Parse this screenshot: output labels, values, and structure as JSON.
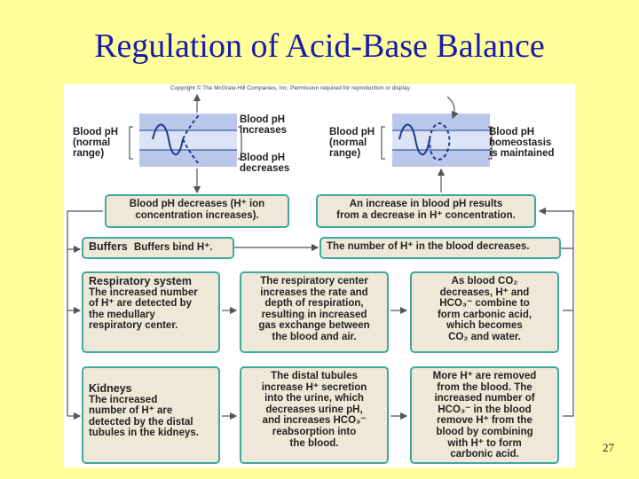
{
  "slide": {
    "title": "Regulation of Acid-Base Balance",
    "page_number": "27"
  },
  "figure": {
    "copyright": "Copyright © The McGraw-Hill Companies, Inc. Permission required for reproduction or display.",
    "left_panel": {
      "normal_range_label": "Blood pH\n(normal\nrange)",
      "increase_label": "Blood pH\nincreases",
      "decrease_label": "Blood pH\ndecreases"
    },
    "right_panel": {
      "normal_range_label": "Blood pH\n(normal\nrange)",
      "homeostasis_label": "Blood pH\nhomeostasis\nis maintained"
    },
    "ph_decrease_box": "Blood pH decreases (H⁺ ion\nconcentration increases).",
    "ph_increase_box": "An increase in blood pH results\nfrom a decrease in H⁺ concentration.",
    "buffers": {
      "head": "Buffers",
      "body": "Buffers bind H⁺."
    },
    "h_decrease_box": "The number of H⁺ in the blood decreases.",
    "respiratory": {
      "head": "Respiratory system",
      "body": "The increased number\nof H⁺ are detected by\nthe medullary\nrespiratory center.",
      "middle": "The respiratory center\nincreases the rate and\ndepth of respiration,\nresulting in increased\ngas exchange between\nthe blood and air.",
      "right": "As blood CO₂\ndecreases, H⁺ and\nHCO₃⁻ combine to\nform carbonic acid,\nwhich becomes\nCO₂ and water."
    },
    "kidneys": {
      "head": "Kidneys",
      "body": "The increased\nnumber of H⁺ are\ndetected by the distal\ntubules in the kidneys.",
      "middle": "The distal tubules\nincrease H⁺ secretion\ninto the urine, which\ndecreases urine pH,\nand increases HCO₃⁻\nreabsorption into\nthe blood.",
      "right": "More H⁺ are removed\nfrom the blood. The\nincreased number of\nHCO₃⁻ in the blood\nremove H⁺ from the\nblood by combining\nwith H⁺ to form\ncarbonic acid."
    }
  },
  "colors": {
    "slide_background": "#ffff99",
    "title": "#1a1aa8",
    "box_fill": "#efe8d9",
    "box_border": "#3fa9a0",
    "band_blue": "#b9c8ea",
    "wave": "#1e3c8a"
  }
}
